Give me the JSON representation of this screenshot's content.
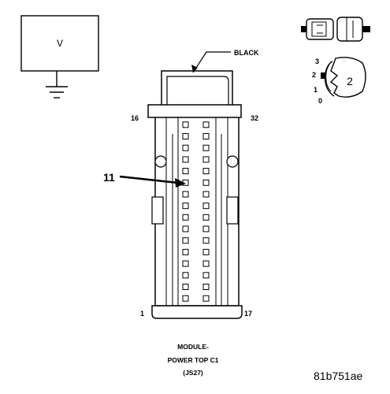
{
  "diagram": {
    "voltmeter_symbol": {
      "label": "V"
    },
    "connector": {
      "color_label": "BLACK",
      "pin_labels": {
        "top_left": "16",
        "top_right": "32",
        "bottom_left": "1",
        "bottom_right": "17"
      },
      "pins_per_column": 16,
      "probe": {
        "cavity_label": "11",
        "cavity_number": 11
      }
    },
    "ignition_switch_icon": {
      "positions": [
        "3",
        "2",
        "1",
        "0"
      ],
      "selected_position": "2",
      "key_label": "2"
    },
    "caption": {
      "line1": "MODULE-",
      "line2": "POWER TOP C1",
      "line3": "(JS27)"
    },
    "figure_code": "81b751ae"
  }
}
